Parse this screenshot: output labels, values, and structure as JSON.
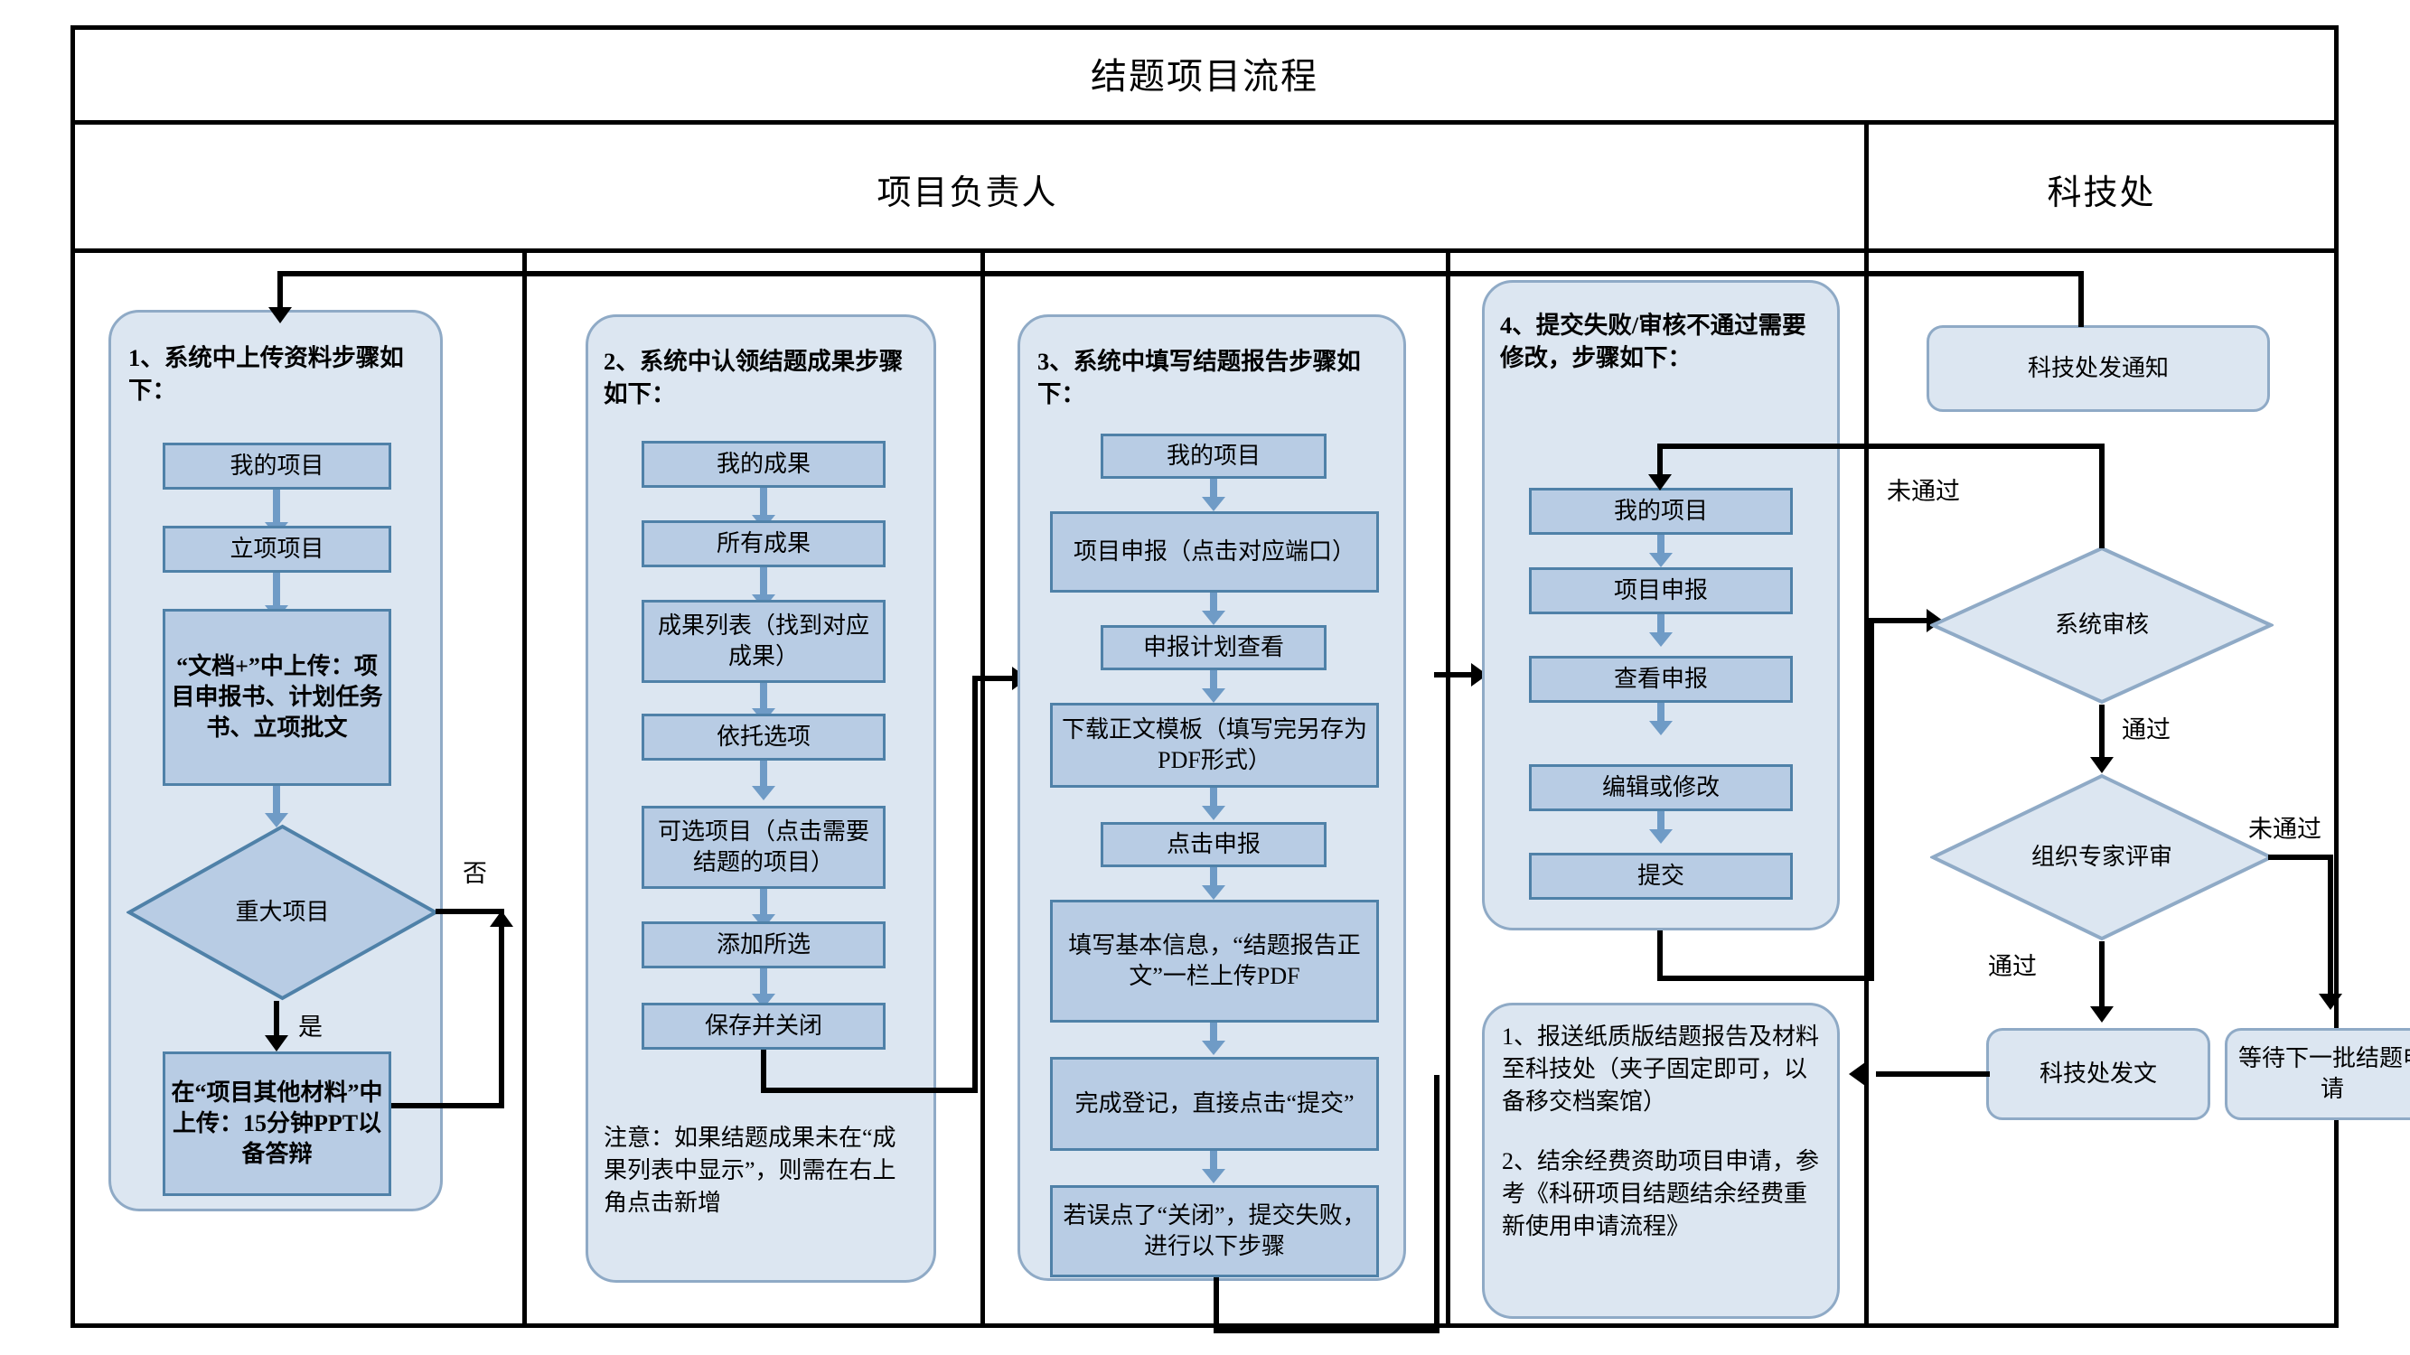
{
  "title": "结题项目流程",
  "lanes": [
    {
      "name": "项目负责人"
    },
    {
      "name": "科技处"
    }
  ],
  "columns": [
    {
      "id": "col1",
      "heading": "1、系统中上传资料步骤如下：",
      "steps": [
        {
          "label": "我的项目"
        },
        {
          "label": "立项项目"
        },
        {
          "label": "“文档+”中上传：项目申报书、计划任务书、立项批文"
        }
      ],
      "decision": {
        "label": "重大项目",
        "yes": "是",
        "no": "否"
      },
      "after_yes": {
        "label": "在“项目其他材料”中上传：15分钟PPT以备答辩"
      }
    },
    {
      "id": "col2",
      "heading": "2、系统中认领结题成果步骤如下：",
      "steps": [
        {
          "label": "我的成果"
        },
        {
          "label": "所有成果"
        },
        {
          "label": "成果列表（找到对应成果）"
        },
        {
          "label": "依托选项"
        },
        {
          "label": "可选项目（点击需要结题的项目）"
        },
        {
          "label": "添加所选"
        },
        {
          "label": "保存并关闭"
        }
      ],
      "note": "注意：如果结题成果未在“成果列表中显示”，则需在右上角点击新增"
    },
    {
      "id": "col3",
      "heading": "3、系统中填写结题报告步骤如下：",
      "steps": [
        {
          "label": "我的项目"
        },
        {
          "label": "项目申报（点击对应端口）"
        },
        {
          "label": "申报计划查看"
        },
        {
          "label": "下载正文模板（填写完另存为PDF形式）"
        },
        {
          "label": "点击申报"
        },
        {
          "label": "填写基本信息，“结题报告正文”一栏上传PDF"
        },
        {
          "label": "完成登记，直接点击“提交”"
        },
        {
          "label": "若误点了“关闭”，提交失败，进行以下步骤"
        }
      ]
    },
    {
      "id": "col4",
      "heading": "4、提交失败/审核不通过需要修改，步骤如下：",
      "steps": [
        {
          "label": "我的项目"
        },
        {
          "label": "项目申报"
        },
        {
          "label": "查看申报"
        },
        {
          "label": "编辑或修改"
        },
        {
          "label": "提交"
        }
      ],
      "final_notes": [
        "1、报送纸质版结题报告及材料至科技处（夹子固定即可，以备移交档案馆）",
        "2、结余经费资助项目申请，参考《科研项目结题结余经费重新使用申请流程》"
      ]
    }
  ],
  "office_lane": {
    "notice_box": "科技处发通知",
    "system_review": {
      "label": "系统审核",
      "fail": "未通过",
      "pass": "通过"
    },
    "expert_review": {
      "label": "组织专家评审",
      "fail": "未通过",
      "pass": "通过"
    },
    "issue_doc": "科技处发文",
    "wait_next": "等待下一批结题申请"
  },
  "colors": {
    "panel_fill": "#dce6f1",
    "panel_border": "#8faac6",
    "box_fill": "#b8cce4",
    "box_border": "#4f81a8",
    "arrow_blue": "#6f9bc6",
    "arrow_black": "#000000"
  }
}
